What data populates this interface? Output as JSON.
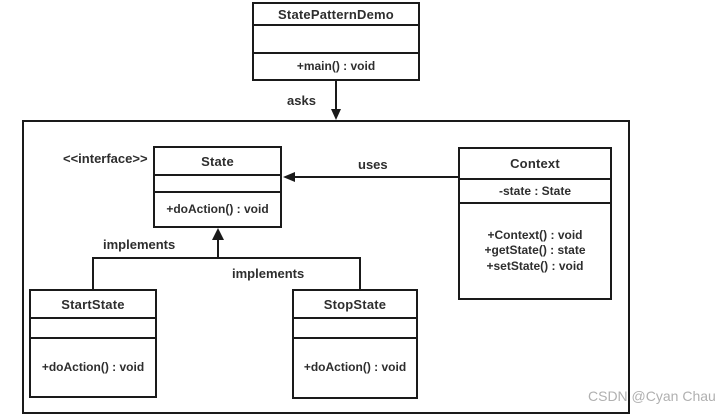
{
  "classes": {
    "state_pattern_demo": {
      "name": "StatePatternDemo",
      "method": "+main() : void"
    },
    "state": {
      "stereotype": "<<interface>>",
      "name": "State",
      "method": "+doAction() : void"
    },
    "context": {
      "name": "Context",
      "attribute": "-state : State",
      "methods": [
        "+Context() : void",
        "+getState() : state",
        "+setState() : void"
      ]
    },
    "start_state": {
      "name": "StartState",
      "method": "+doAction() : void"
    },
    "stop_state": {
      "name": "StopState",
      "method": "+doAction() : void"
    }
  },
  "edge_labels": {
    "asks": "asks",
    "uses": "uses",
    "implements_start": "implements",
    "implements_stop": "implements"
  },
  "watermark": "CSDN @Cyan Chau",
  "colors": {
    "line": "#1a1a1a",
    "text": "#2e2e2e",
    "watermark": "#b0b0b0",
    "background": "#ffffff"
  }
}
